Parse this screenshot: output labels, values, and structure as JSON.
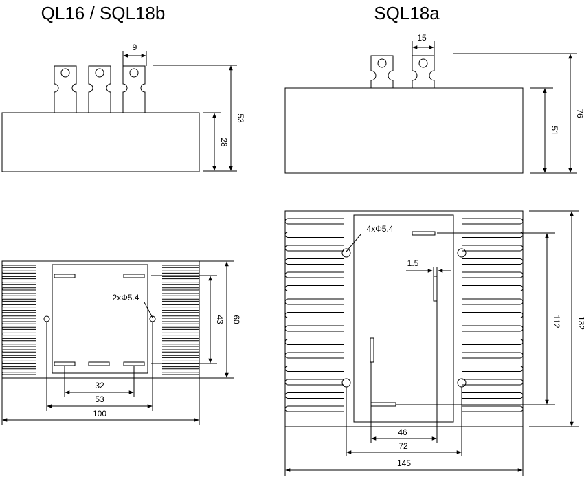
{
  "titles": {
    "left": "QL16 / SQL18b",
    "right": "SQL18a"
  },
  "left_diagram": {
    "side_view": {
      "terminal_width": "9",
      "body_height": "28",
      "total_height": "53"
    },
    "top_view": {
      "hole_callout": "2xΦ5.4",
      "inner_height": "43",
      "outer_height": "60",
      "terminal_spacing": "32",
      "hole_spacing": "53",
      "total_width": "100"
    }
  },
  "right_diagram": {
    "side_view": {
      "terminal_width": "15",
      "body_height": "51",
      "total_height": "76"
    },
    "top_view": {
      "hole_callout": "4xΦ5.4",
      "terminal_thickness": "1.5",
      "inner_height": "112",
      "outer_height": "132",
      "terminal_spacing": "46",
      "hole_spacing": "72",
      "total_width": "145"
    }
  }
}
